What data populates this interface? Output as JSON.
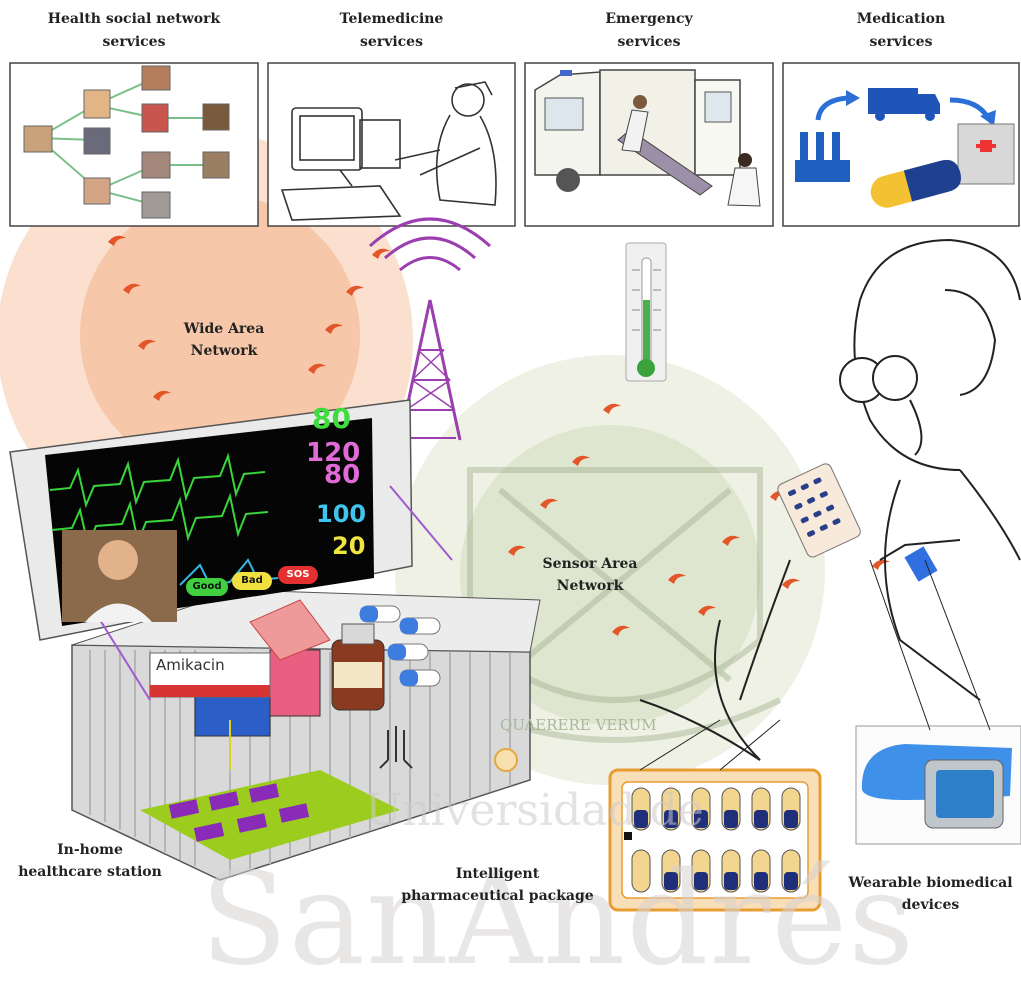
{
  "headers": {
    "social": "Health social network\nservices",
    "telemedicine": "Telemedicine\nservices",
    "emergency": "Emergency\nservices",
    "medication": "Medication\nservices"
  },
  "networks": {
    "wide_area": "Wide Area\nNetwork",
    "sensor_area": "Sensor Area\nNetwork"
  },
  "components": {
    "home_station": "In-home\nhealthcare station",
    "pharma_package": "Intelligent\npharmaceutical package",
    "wearable": "Wearable biomedical\ndevices"
  },
  "monitor": {
    "hr": "80",
    "bp_sys": "120",
    "bp_dia": "80",
    "spo2": "100",
    "resp": "20",
    "btn_good": "Good",
    "btn_bad": "Bad",
    "btn_sos": "SOS"
  },
  "drug_label": "Amikacin",
  "watermark": {
    "name_top": "Universidad de",
    "name_bottom": "SanAndrés",
    "motto": "QUAERERE VERUM"
  },
  "colors": {
    "wan_circle": "#f6c7a8",
    "san_circle": "#dfe6cf",
    "signal": "#e2562a",
    "tower": "#9b3fb0"
  }
}
